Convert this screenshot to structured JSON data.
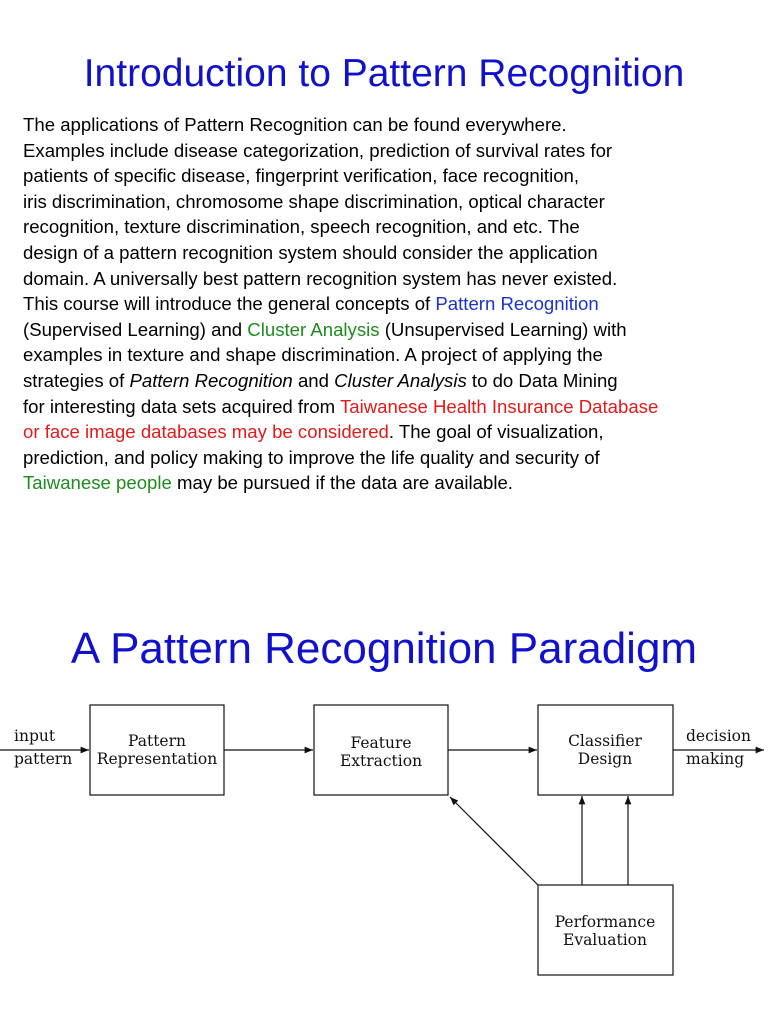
{
  "intro": {
    "title": "Introduction to Pattern Recognition",
    "lines": [
      [
        {
          "text": "The applications of Pattern Recognition can be found everywhere."
        }
      ],
      [
        {
          "text": "Examples include disease categorization, prediction of survival rates for"
        }
      ],
      [
        {
          "text": "patients of  specific disease, fingerprint verification, face recognition,"
        }
      ],
      [
        {
          "text": "iris discrimination, chromosome shape discrimination, optical character"
        }
      ],
      [
        {
          "text": "recognition, texture discrimination, speech recognition, and etc. The"
        }
      ],
      [
        {
          "text": "design of a pattern recognition system should consider the application"
        }
      ],
      [
        {
          "text": "domain. A universally best pattern recognition system has never existed."
        }
      ],
      [
        {
          "text": "This course will introduce the general concepts of "
        },
        {
          "text": "Pattern Recognition",
          "color": "blue"
        }
      ],
      [
        {
          "text": "(Supervised Learning) and "
        },
        {
          "text": "Cluster Analysis",
          "color": "green"
        },
        {
          "text": " (Unsupervised Learning) with"
        }
      ],
      [
        {
          "text": "examples in texture and shape discrimination. A project of applying the"
        }
      ],
      [
        {
          "text": "strategies of "
        },
        {
          "text": "Pattern Recognition",
          "italic": true
        },
        {
          "text": " and "
        },
        {
          "text": "Cluster Analysis",
          "italic": true
        },
        {
          "text": " to do Data Mining"
        }
      ],
      [
        {
          "text": "for interesting data sets acquired from "
        },
        {
          "text": "Taiwanese Health Insurance Database",
          "color": "red"
        }
      ],
      [
        {
          "text": "or face image databases may be considered",
          "color": "red"
        },
        {
          "text": ". The goal of visualization,"
        }
      ],
      [
        {
          "text": "prediction, and policy making to improve the life quality and security of"
        }
      ],
      [
        {
          "text": "Taiwanese people",
          "color": "green"
        },
        {
          "text": " may be pursued if the data are available."
        }
      ]
    ]
  },
  "paradigm": {
    "title": "A Pattern Recognition Paradigm",
    "input_label": [
      "input",
      "pattern"
    ],
    "output_label": [
      "decision",
      "making"
    ],
    "boxes": {
      "representation": [
        "Pattern",
        "Representation"
      ],
      "extraction": [
        "Feature",
        "Extraction"
      ],
      "classifier": [
        "Classifier",
        "Design"
      ],
      "evaluation": [
        "Performance",
        "Evaluation"
      ]
    }
  },
  "colors": {
    "title": "#1111cc",
    "blue": "#1a33cc",
    "green": "#1f8a1f",
    "red": "#e21a1a"
  }
}
